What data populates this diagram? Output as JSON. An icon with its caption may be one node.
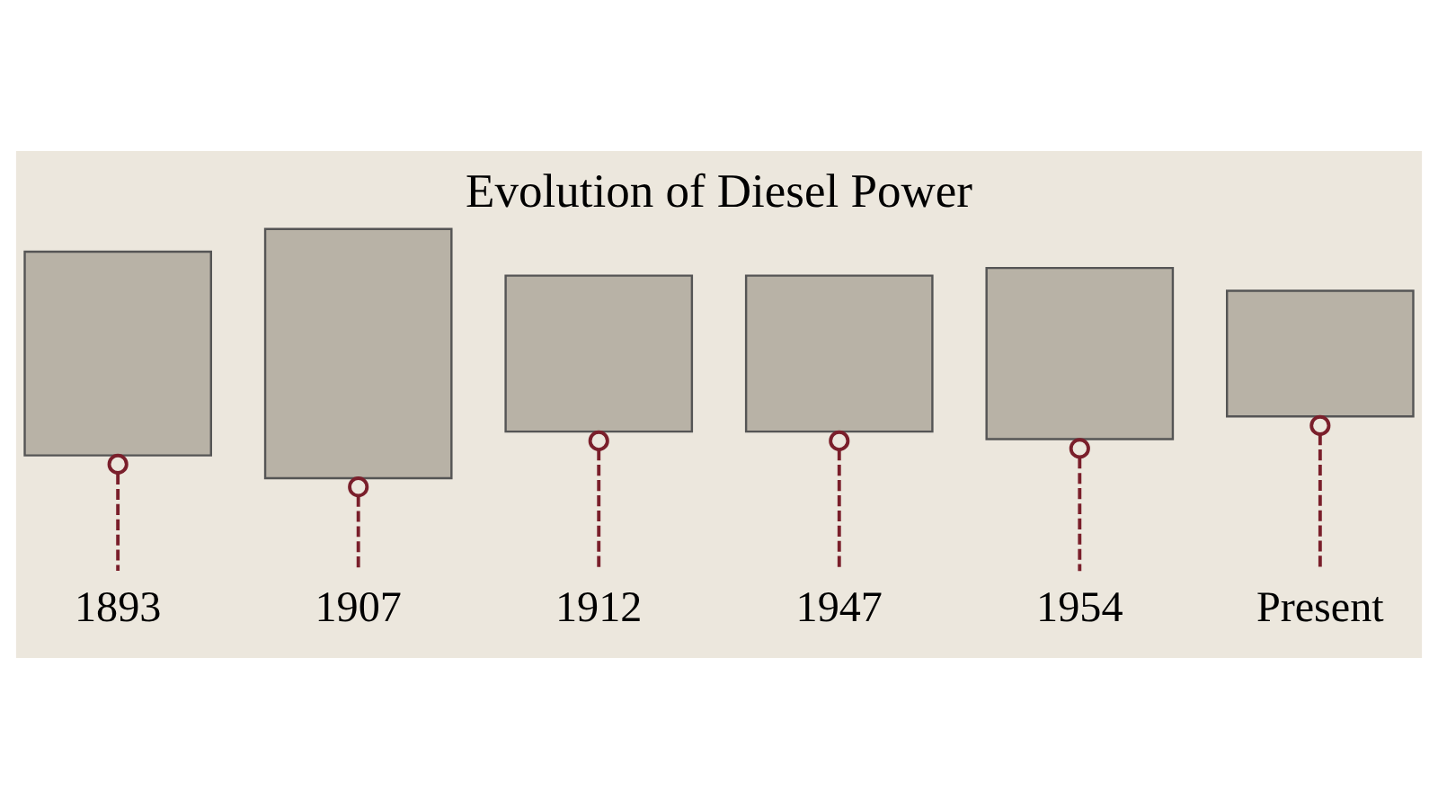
{
  "diagram": {
    "title": "Evolution of Diesel Power",
    "nodes": [
      {
        "text": [],
        "shape": "box"
      },
      {
        "text": [],
        "shape": "box"
      },
      {
        "text": [],
        "shape": "box"
      },
      {
        "text": [],
        "shape": "box"
      },
      {
        "text": [],
        "shape": "box"
      },
      {
        "text": [],
        "shape": "box"
      },
      {
        "text": [
          "1893"
        ]
      },
      {
        "text": [
          "1907"
        ]
      },
      {
        "text": [
          "1912"
        ]
      },
      {
        "text": [
          "1947"
        ]
      },
      {
        "text": [
          "1954"
        ]
      },
      {
        "text": [
          "Present"
        ]
      }
    ],
    "edges": [
      {
        "from": 0,
        "to": 6,
        "arrow": "other",
        "style": "dashed"
      },
      {
        "from": 1,
        "to": 7,
        "arrow": "other",
        "style": "dashed"
      },
      {
        "from": 2,
        "to": 8,
        "arrow": "other",
        "style": "dashed"
      },
      {
        "from": 3,
        "to": 9,
        "arrow": "other",
        "style": "dashed"
      },
      {
        "from": 4,
        "to": 10,
        "arrow": "other",
        "style": "dashed"
      },
      {
        "from": 5,
        "to": 11,
        "arrow": "other",
        "style": "dashed"
      }
    ]
  }
}
